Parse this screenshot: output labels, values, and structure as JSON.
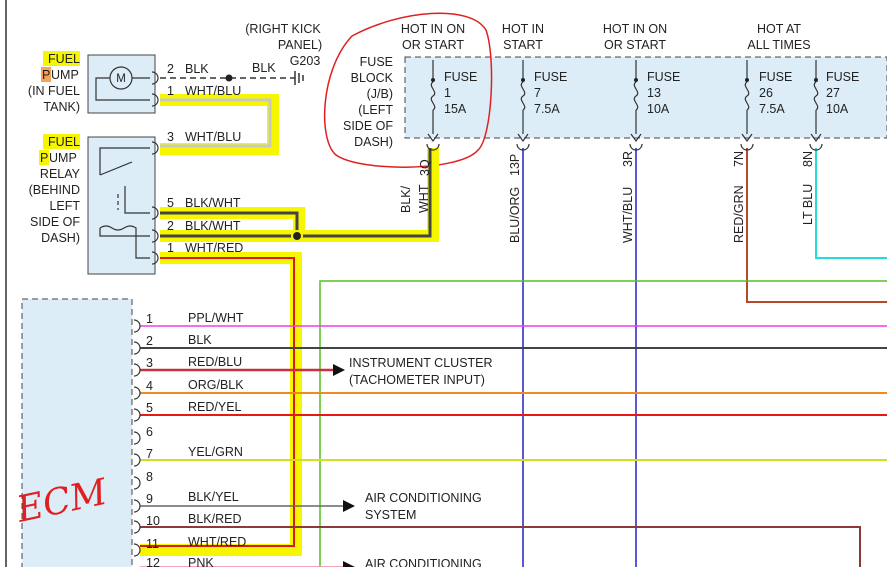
{
  "colors": {
    "highlight_yellow": "#f6f600",
    "highlight_orange": "#f5a25a",
    "panel_fill": "#dcedf7",
    "annotation_red": "#e02020",
    "blk": "#3a3a3a",
    "ppl_wht": "#ee3dee",
    "red": "#d81818",
    "red_grn": "#b24a2a",
    "org": "#ee8a20",
    "yel_grn": "#c8d820",
    "grn": "#55c020",
    "blu": "#2222cc",
    "lt_blu": "#22dddd",
    "gray": "#bbbbbb"
  },
  "ground": {
    "note": "(RIGHT KICK PANEL)",
    "note_line1": "(RIGHT KICK",
    "note_line2": "PANEL)",
    "id": "G203"
  },
  "fuel_pump": {
    "line1_hl": "FUEL",
    "line2_hl": "P",
    "line2_rest": "UMP",
    "line3": "(IN FUEL",
    "line4": "TANK)",
    "motor": "M",
    "pins": [
      {
        "num": "2",
        "wire": "BLK"
      },
      {
        "num": "1",
        "wire": "WHT/BLU"
      }
    ],
    "ground_wire": "BLK"
  },
  "relay": {
    "line1_hl": "FUEL",
    "line2_hl": "P",
    "line2_rest": "UMP",
    "line3": "RELAY",
    "line4": "(BEHIND",
    "line5": "LEFT",
    "line6": "SIDE OF",
    "line7": "DASH)",
    "pins": [
      {
        "num": "3",
        "wire": "WHT/BLU"
      },
      {
        "num": "5",
        "wire": "BLK/WHT"
      },
      {
        "num": "2",
        "wire": "BLK/WHT"
      },
      {
        "num": "1",
        "wire": "WHT/RED"
      }
    ]
  },
  "fuse_block": {
    "line1": "FUSE",
    "line2": "BLOCK",
    "line3": "(J/B)",
    "line4": "(LEFT",
    "line5": "SIDE OF",
    "line6": "DASH)",
    "headers": [
      {
        "line1": "HOT IN ON",
        "line2": "OR START"
      },
      {
        "line1": "HOT IN",
        "line2": "START"
      },
      {
        "line1": "HOT IN ON",
        "line2": "OR START"
      },
      {
        "line1": "HOT AT",
        "line2": "ALL TIMES"
      }
    ],
    "fuses": [
      {
        "label": "FUSE",
        "num": "1",
        "rating": "15A",
        "pin": "3Q",
        "wire": "BLK/ WHT",
        "wire_line1": "BLK/",
        "wire_line2": "WHT"
      },
      {
        "label": "FUSE",
        "num": "7",
        "rating": "7.5A",
        "pin": "13P",
        "wire": "BLU/ORG"
      },
      {
        "label": "FUSE",
        "num": "13",
        "rating": "10A",
        "pin": "3R",
        "wire": "WHT/BLU"
      },
      {
        "label": "FUSE",
        "num": "26",
        "rating": "7.5A",
        "pin": "7N",
        "wire": "RED/GRN"
      },
      {
        "label": "FUSE",
        "num": "27",
        "rating": "10A",
        "pin": "8N",
        "wire": "LT BLU"
      }
    ]
  },
  "ecm": {
    "annotation": "ECM",
    "pins": [
      {
        "num": "1",
        "wire": "PPL/WHT"
      },
      {
        "num": "2",
        "wire": "BLK"
      },
      {
        "num": "3",
        "wire": "RED/BLU"
      },
      {
        "num": "4",
        "wire": "ORG/BLK"
      },
      {
        "num": "5",
        "wire": "RED/YEL"
      },
      {
        "num": "6",
        "wire": ""
      },
      {
        "num": "7",
        "wire": "YEL/GRN"
      },
      {
        "num": "8",
        "wire": ""
      },
      {
        "num": "9",
        "wire": "BLK/YEL"
      },
      {
        "num": "10",
        "wire": "BLK/RED"
      },
      {
        "num": "11",
        "wire": "WHT/RED"
      },
      {
        "num": "12",
        "wire": "PNK"
      }
    ],
    "destinations": [
      {
        "line1": "INSTRUMENT CLUSTER",
        "line2": "(TACHOMETER INPUT)"
      },
      {
        "line1": "AIR CONDITIONING",
        "line2": "SYSTEM"
      },
      {
        "line1": "AIR CONDITIONING",
        "line2": ""
      }
    ]
  }
}
